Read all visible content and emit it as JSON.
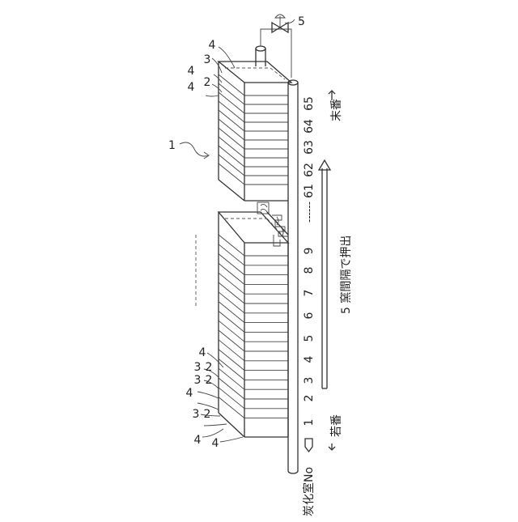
{
  "figure": {
    "ref_oven_battery": "1",
    "ref_valve": "5",
    "lead_labels": [
      "4",
      "3",
      "4",
      "2",
      "4"
    ],
    "lower_lead_labels": [
      "4",
      "3",
      "2",
      "3",
      "2",
      "4",
      "3",
      "2",
      "4",
      "4"
    ],
    "chamber_header": "炭化室No",
    "chamber_numbers": [
      "1",
      "2",
      "3",
      "4",
      "5",
      "6",
      "7",
      "8",
      "9",
      "61",
      "62",
      "63",
      "64",
      "65"
    ],
    "ellipsis": "------",
    "young_label": "若番",
    "end_label": "末番",
    "extrusion_label": "5 窯間隔で押出"
  }
}
